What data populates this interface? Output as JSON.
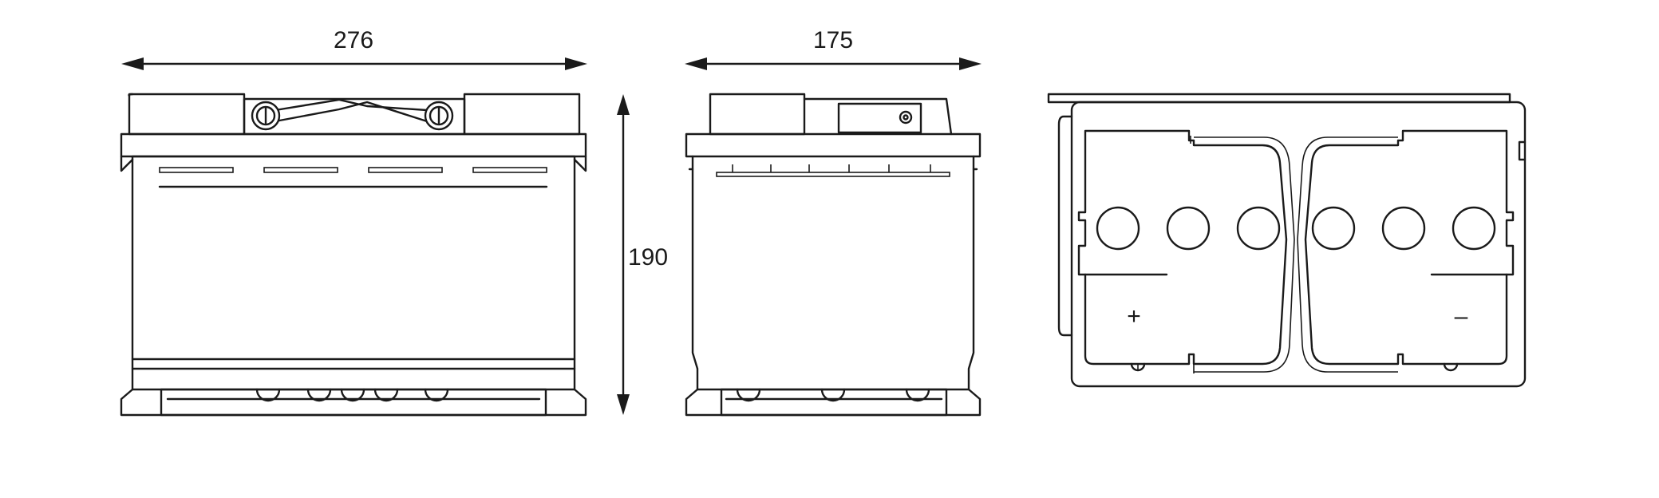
{
  "dimensions": {
    "length": "276",
    "width": "175",
    "height": "190"
  },
  "terminals": {
    "positive": "+",
    "negative": "–"
  },
  "colors": {
    "line": "#1a1a1a",
    "background": "#ffffff"
  }
}
